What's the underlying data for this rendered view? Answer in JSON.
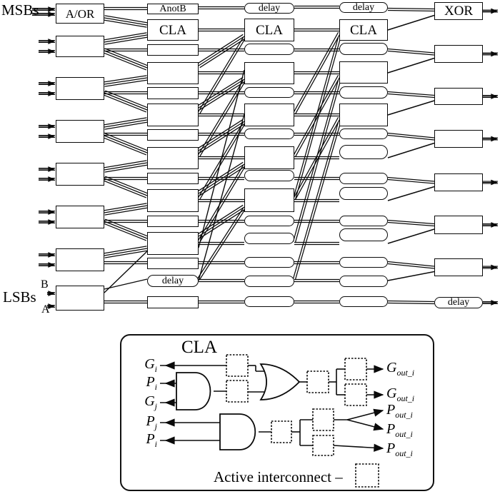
{
  "labels": {
    "msbs": "MSBs",
    "lsbs": "LSBs",
    "input_b": "B",
    "input_a": "A"
  },
  "columns": [
    {
      "name": "operand-inputs",
      "elements": [
        {
          "label": "A/OR"
        },
        {
          "label": ""
        },
        {
          "label": ""
        },
        {
          "label": ""
        },
        {
          "label": ""
        },
        {
          "label": ""
        },
        {
          "label": ""
        },
        {
          "label": ""
        }
      ]
    },
    {
      "name": "stage-1",
      "elements": [
        {
          "label": "AnotB"
        },
        {
          "label": "CLA"
        },
        {
          "label": ""
        },
        {
          "label": ""
        },
        {
          "label": ""
        },
        {
          "label": ""
        },
        {
          "label": ""
        },
        {
          "label": ""
        },
        {
          "label": ""
        },
        {
          "label": ""
        },
        {
          "label": ""
        },
        {
          "label": ""
        },
        {
          "label": ""
        },
        {
          "label": "delay"
        },
        {
          "label": ""
        }
      ]
    },
    {
      "name": "stage-2",
      "elements": [
        {
          "label": "delay"
        },
        {
          "label": "CLA"
        },
        {
          "label": ""
        },
        {
          "label": ""
        },
        {
          "label": ""
        },
        {
          "label": ""
        },
        {
          "label": ""
        },
        {
          "label": ""
        },
        {
          "label": ""
        },
        {
          "label": ""
        },
        {
          "label": ""
        },
        {
          "label": ""
        },
        {
          "label": ""
        },
        {
          "label": ""
        },
        {
          "label": ""
        }
      ]
    },
    {
      "name": "stage-3",
      "elements": [
        {
          "label": "delay"
        },
        {
          "label": "CLA"
        },
        {
          "label": ""
        },
        {
          "label": ""
        },
        {
          "label": ""
        },
        {
          "label": ""
        },
        {
          "label": ""
        },
        {
          "label": ""
        },
        {
          "label": ""
        },
        {
          "label": ""
        },
        {
          "label": ""
        },
        {
          "label": ""
        },
        {
          "label": ""
        },
        {
          "label": ""
        },
        {
          "label": ""
        }
      ]
    },
    {
      "name": "outputs",
      "elements": [
        {
          "label": "XOR"
        },
        {
          "label": ""
        },
        {
          "label": ""
        },
        {
          "label": ""
        },
        {
          "label": ""
        },
        {
          "label": ""
        },
        {
          "label": ""
        },
        {
          "label": "delay"
        }
      ]
    }
  ],
  "legend": {
    "title": "CLA",
    "inputs": [
      {
        "base": "G",
        "sub": "i"
      },
      {
        "base": "P",
        "sub": "i"
      },
      {
        "base": "G",
        "sub": "j"
      },
      {
        "base": "P",
        "sub": "j"
      },
      {
        "base": "P",
        "sub": "i"
      }
    ],
    "outputs": [
      {
        "base": "G",
        "sub": "out_i"
      },
      {
        "base": "G",
        "sub": "out_i"
      },
      {
        "base": "P",
        "sub": "out_i"
      },
      {
        "base": "P",
        "sub": "out_i"
      },
      {
        "base": "P",
        "sub": "out_i"
      }
    ],
    "note": "Active interconnect –"
  },
  "colors": {
    "ink": "#0a0a0a",
    "paper": "#ffffff"
  }
}
